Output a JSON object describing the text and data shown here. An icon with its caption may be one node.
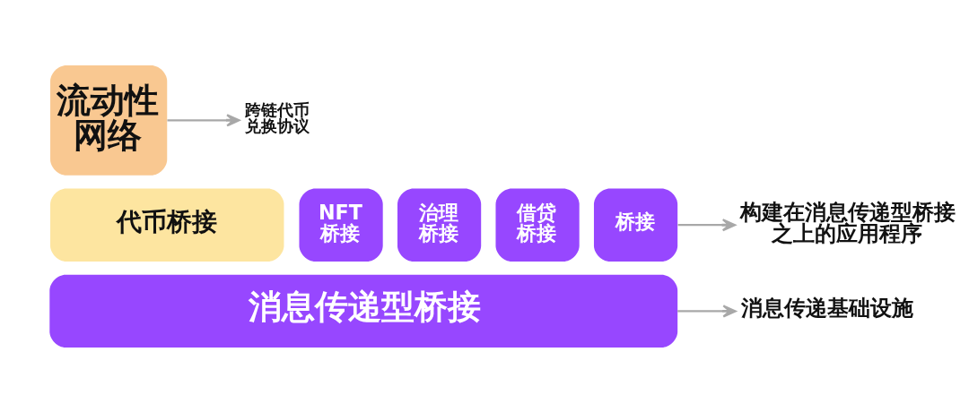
{
  "diagram": {
    "nodes": [
      {
        "text": [
          "流动性网络"
        ]
      },
      {
        "text": [
          "跨链代币兑换协议"
        ]
      },
      {
        "text": [
          "代币桥接"
        ]
      },
      {
        "text": [
          "NFT桥接"
        ]
      },
      {
        "text": [
          "治理桥接"
        ]
      },
      {
        "text": [
          "借贷桥接"
        ]
      },
      {
        "text": [
          "桥接"
        ]
      },
      {
        "text": [
          "构建在消息传递型桥接之上的应用程序"
        ]
      },
      {
        "text": [
          "消息传递型桥接"
        ]
      },
      {
        "text": [
          "消息传递基础设施"
        ]
      }
    ],
    "edges": [
      {
        "from": 0,
        "to": 1,
        "arrow": "to"
      },
      {
        "from": 6,
        "to": 7,
        "arrow": "to"
      },
      {
        "from": 8,
        "to": 9,
        "arrow": "to"
      }
    ]
  }
}
